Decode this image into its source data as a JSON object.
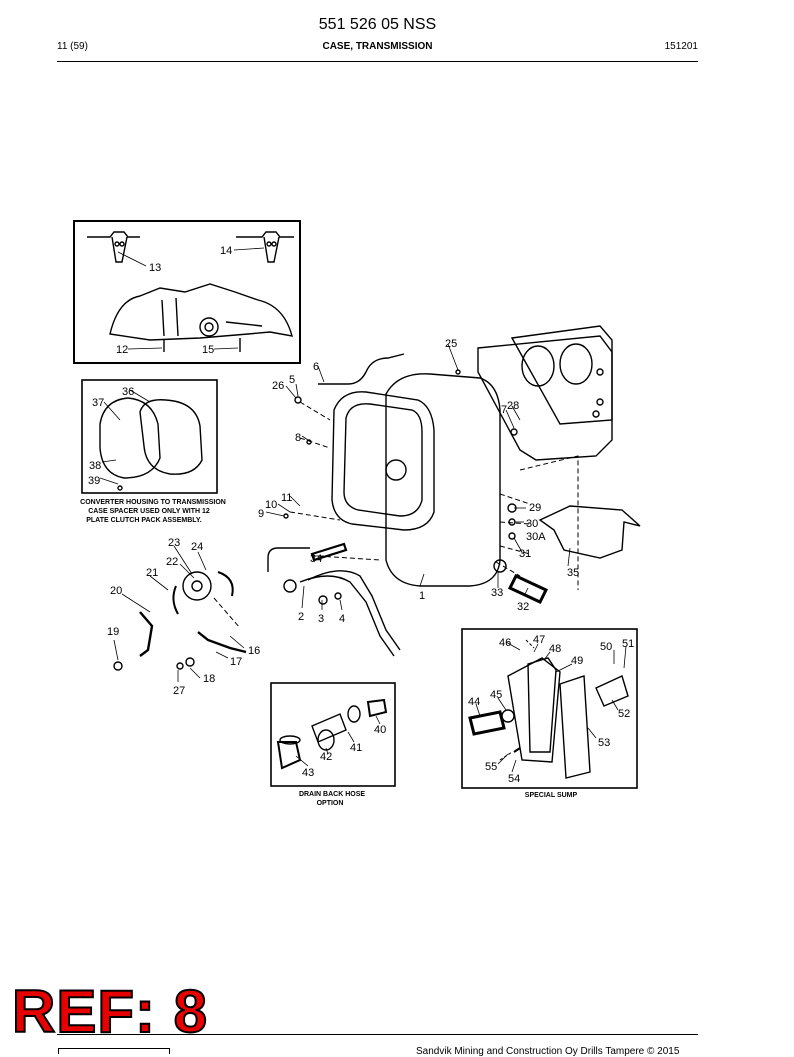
{
  "header": {
    "doc_number": "551 526 05 NSS",
    "page": "11 (59)",
    "title": "CASE, TRANSMISSION",
    "code": "151201"
  },
  "diagram": {
    "part_labels": [
      "1",
      "2",
      "3",
      "4",
      "5",
      "6",
      "7",
      "8",
      "9",
      "10",
      "11",
      "12",
      "13",
      "14",
      "15",
      "16",
      "17",
      "18",
      "19",
      "20",
      "21",
      "22",
      "23",
      "24",
      "25",
      "26",
      "27",
      "28",
      "29",
      "30",
      "30A",
      "31",
      "32",
      "33",
      "34",
      "35",
      "36",
      "37",
      "38",
      "39",
      "40",
      "41",
      "42",
      "43",
      "44",
      "45",
      "46",
      "47",
      "48",
      "49",
      "50",
      "51",
      "52",
      "53",
      "54",
      "55"
    ],
    "captions": {
      "converter_line1": "CONVERTER HOUSING TO TRANSMISSION",
      "converter_line2": "CASE SPACER USED ONLY WITH 12",
      "converter_line3": "PLATE CLUTCH PACK ASSEMBLY.",
      "drain_line1": "DRAIN BACK HOSE",
      "drain_line2": "OPTION",
      "special_sump": "SPECIAL SUMP"
    }
  },
  "stamp": {
    "ref": "REF: 8"
  },
  "footer": {
    "copyright": "Sandvik Mining and Construction Oy Drills Tampere © 2015"
  }
}
